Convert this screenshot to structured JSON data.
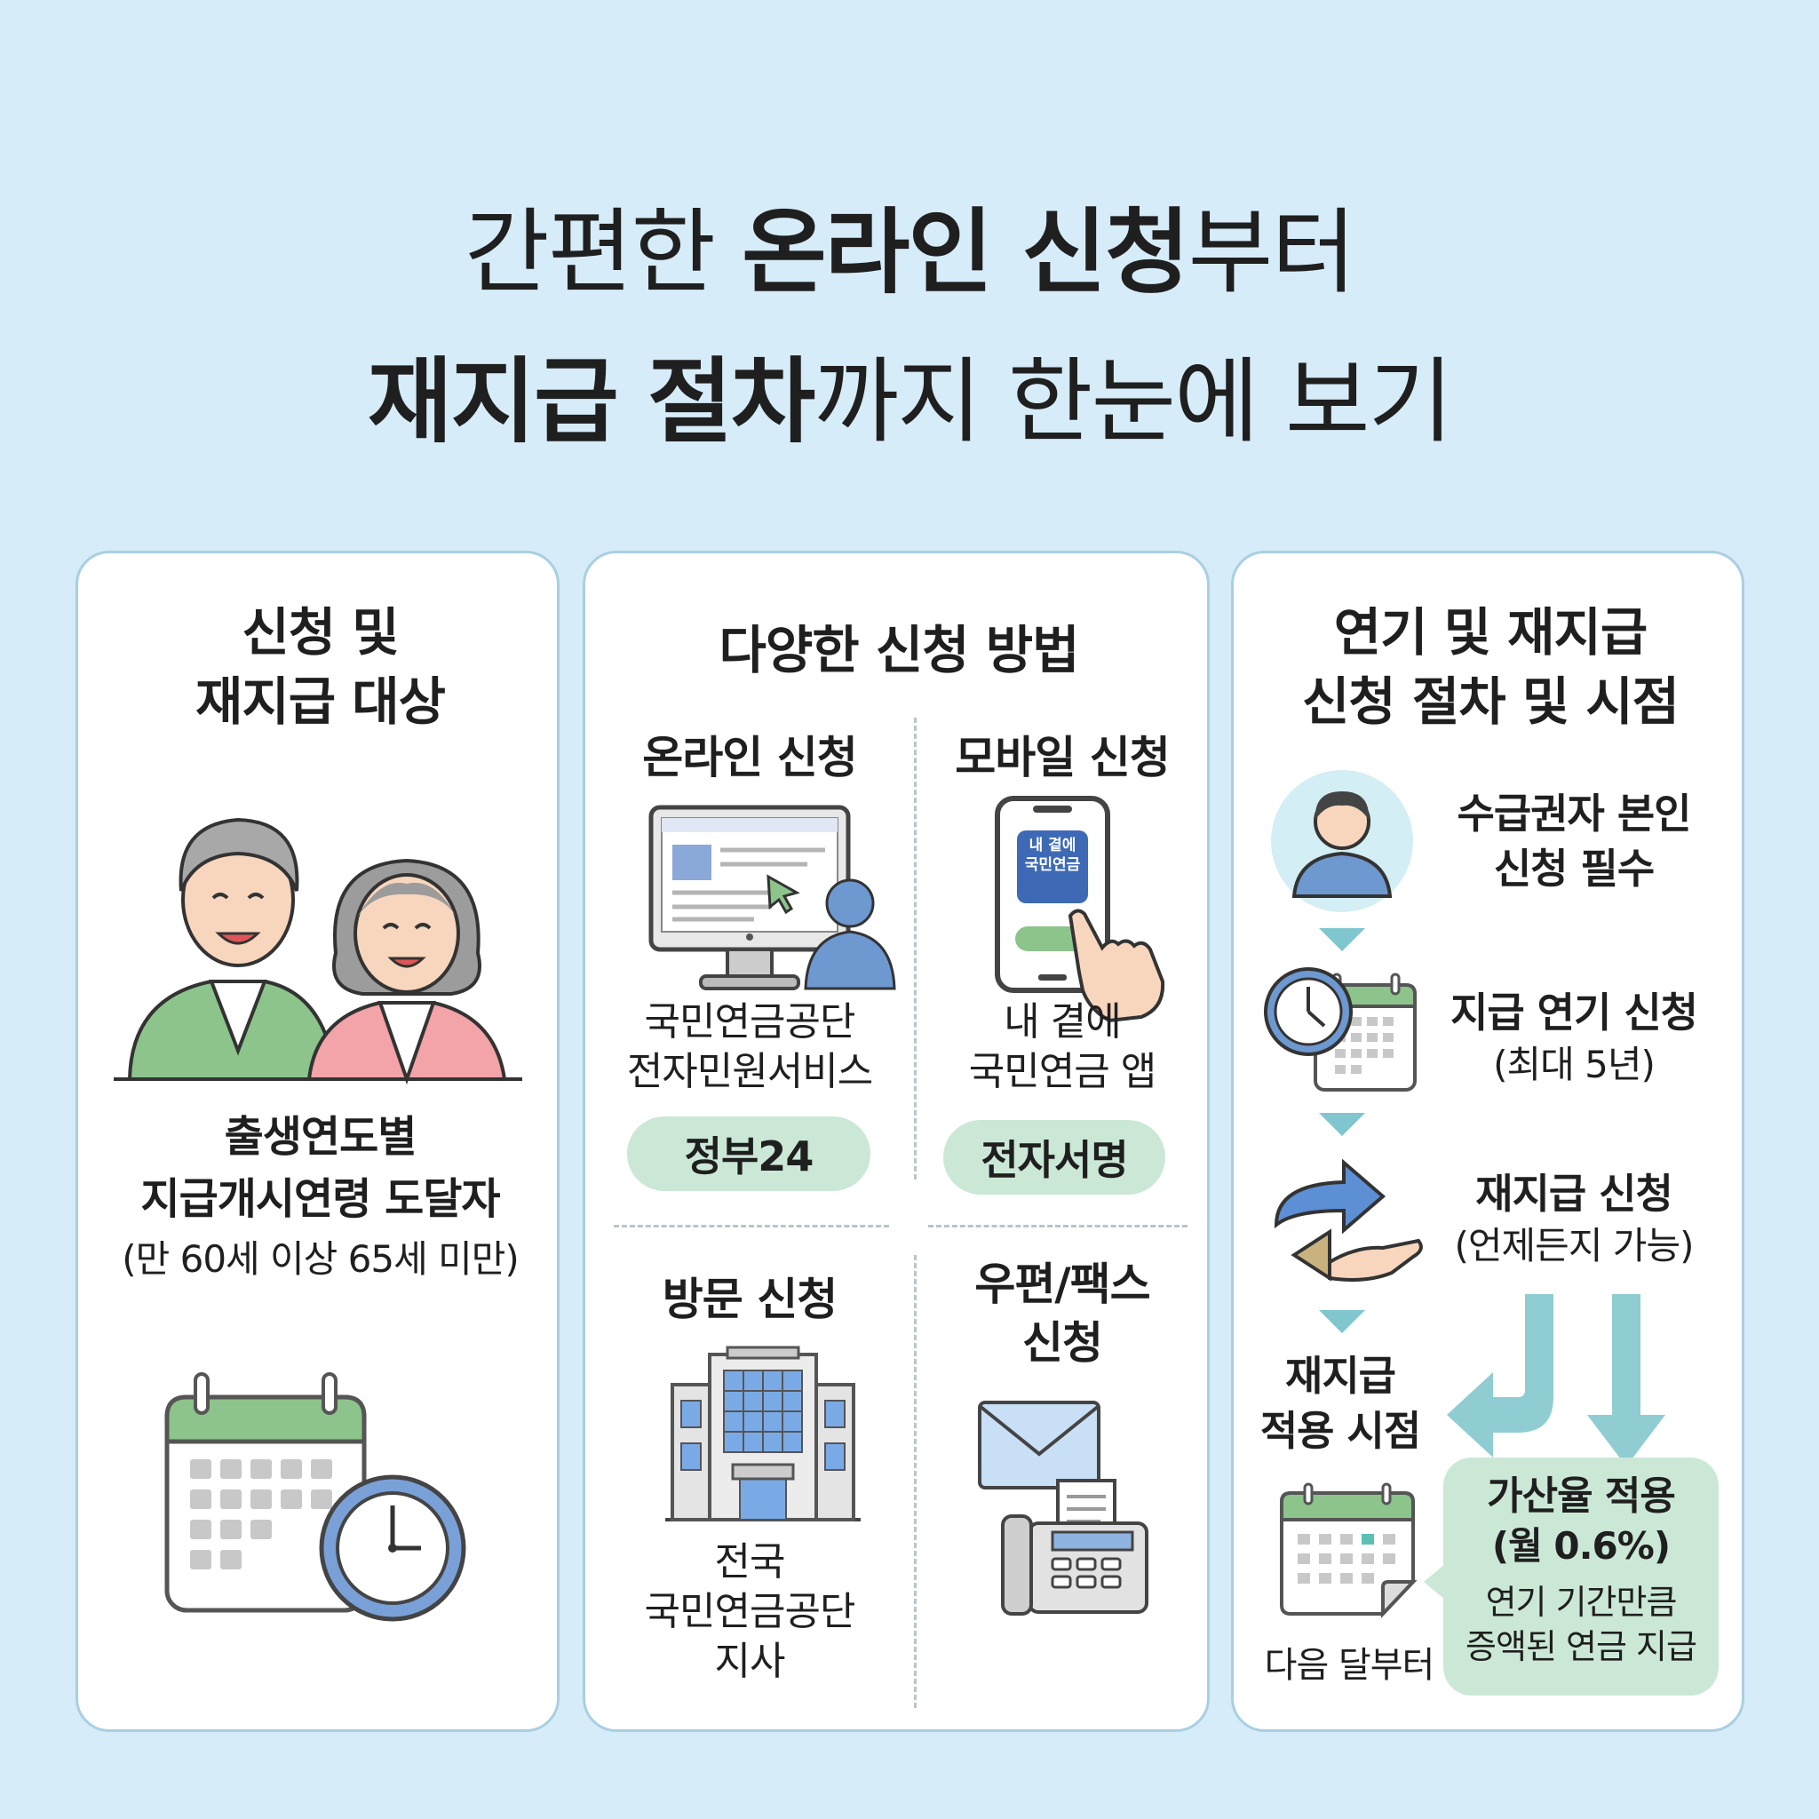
{
  "title": {
    "line1_a": "간편한 ",
    "line1_b": "온라인 신청",
    "line1_c": "부터",
    "line2_a": "재지급 절차",
    "line2_b": "까지 한눈에 보기"
  },
  "panel1": {
    "heading_1": "신청 및",
    "heading_2": "재지급 대상",
    "target_1": "출생연도별",
    "target_2": "지급개시연령 도달자",
    "target_note": "(만 60세 이상 65세 미만)"
  },
  "panel2": {
    "heading": "다양한 신청 방법",
    "online": {
      "title": "온라인 신청",
      "desc_1": "국민연금공단",
      "desc_2": "전자민원서비스",
      "pill": "정부24"
    },
    "mobile": {
      "title": "모바일 신청",
      "app_label_1": "내 곁에",
      "app_label_2": "국민연금",
      "desc_1": "내 곁에",
      "desc_2": "국민연금 앱",
      "pill": "전자서명"
    },
    "visit": {
      "title": "방문 신청",
      "desc_1": "전국",
      "desc_2": "국민연금공단",
      "desc_3": "지사"
    },
    "mail": {
      "title_1": "우편/팩스",
      "title_2": "신청"
    }
  },
  "panel3": {
    "heading_1": "연기 및 재지급",
    "heading_2": "신청 절차 및 시점",
    "step1_1": "수급권자 본인",
    "step1_2": "신청 필수",
    "step2_1": "지급 연기 신청",
    "step2_2": "(최대 5년)",
    "step3_1": "재지급 신청",
    "step3_2": "(언제든지 가능)",
    "step4_1": "재지급",
    "step4_2": "적용 시점",
    "next_month": "다음 달부터",
    "bubble_1": "가산율 적용",
    "bubble_2": "(월 0.6%)",
    "bubble_3": "연기 기간만큼",
    "bubble_4": "증액된 연금 지급"
  }
}
